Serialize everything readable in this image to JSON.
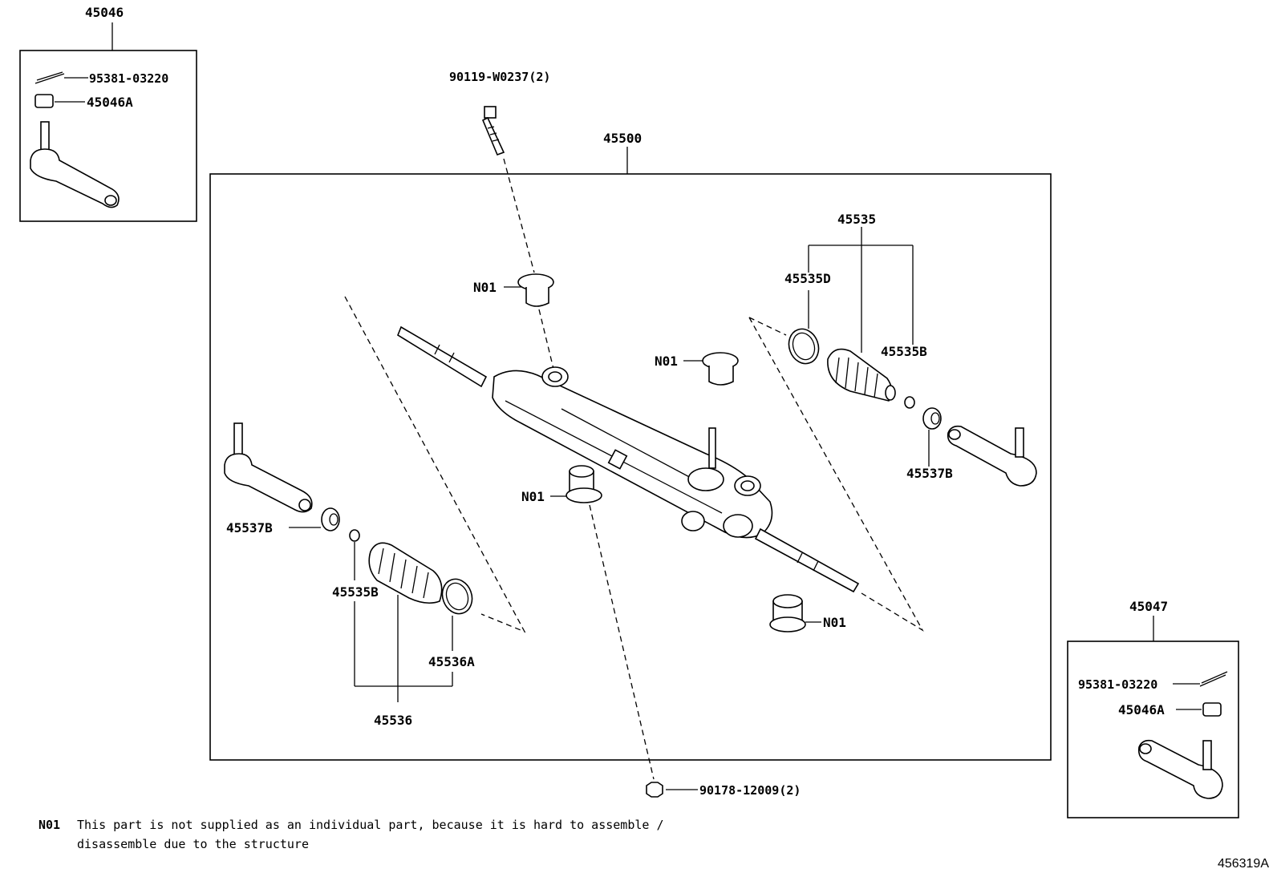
{
  "diagram": {
    "labels": {
      "kit_left": "45046",
      "kit_left_pin": "95381-03220",
      "kit_left_nut": "45046A",
      "bolt_top": "90119-W0237(2)",
      "assembly": "45500",
      "n01_a": "N01",
      "n01_b": "N01",
      "n01_c": "N01",
      "n01_d": "N01",
      "boot_kit_right": "45535",
      "clamp_right_big": "45535D",
      "clamp_right_small": "45535B",
      "bush_right": "45537B",
      "bush_left": "45537B",
      "clamp_left_small": "45535B",
      "clamp_left_big": "45536A",
      "boot_kit_left": "45536",
      "nut_bottom": "90178-12009(2)",
      "kit_right": "45047",
      "kit_right_pin": "95381-03220",
      "kit_right_nut": "45046A"
    }
  },
  "note": {
    "code": "N01",
    "line1": "This part is not supplied as an individual part, because it is hard to assemble /",
    "line2": "disassemble due to the structure"
  },
  "figure_number": "456319A"
}
